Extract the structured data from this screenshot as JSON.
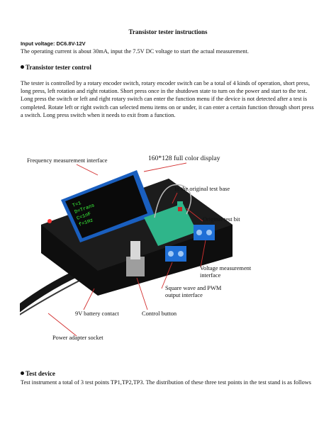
{
  "doc": {
    "title": "Transistor tester instructions",
    "voltage_label": "Input voltage: DC6.8V-12V",
    "intro": "The operating current is about 30mA, input the 7.5V DC voltage to start the actual measurement.",
    "section1_heading": "Transistor tester control",
    "section1_body": "The tester is controlled by a rotary encoder switch, rotary encoder switch can be a total of 4 kinds of operation, short press, long press, left rotation and right rotation. Short press once in the shutdown state to turn on the power and start to the test. Long press the switch or left and right rotary switch can enter the function menu if the device is not detected after a test is completed. Rotate left or right switch can selected menu items on or under, it can enter a certain function through short press a switch. Long press switch when it needs to exit from a function.",
    "section2_heading": "Test device",
    "section2_body": "Test instrument a total of 3 test points TP1,TP2,TP3. The distribution of these three test points in the test stand is as follows"
  },
  "figure": {
    "labels": {
      "frequency": "Frequency measurement interface",
      "display": "160*128 full color display",
      "test_base": "In the original test base",
      "test_bit": "Original test bit",
      "voltage": "Voltage measurement",
      "voltage2": "interface",
      "square": "Square wave and PWM",
      "square2": "output interface",
      "battery": "9V battery contact",
      "control": "Control button",
      "adapter": "Power adapter socket"
    },
    "screen_lines": [
      "T=1",
      "D=Trans",
      "C=1nF",
      "f=1Hz"
    ]
  }
}
